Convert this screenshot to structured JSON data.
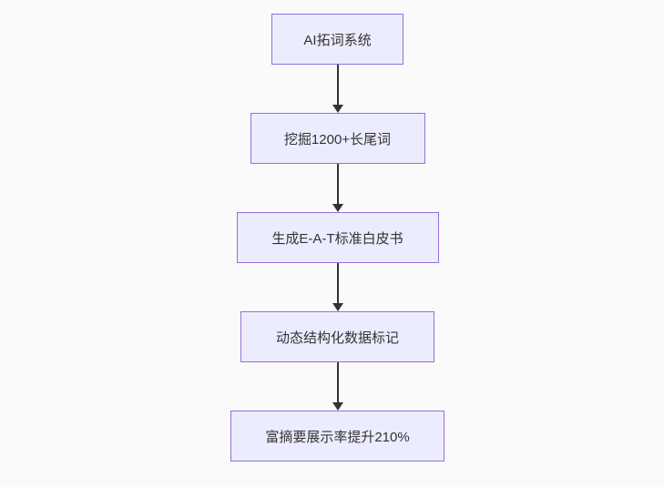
{
  "diagram": {
    "type": "flowchart",
    "direction": "top-down",
    "nodes": [
      {
        "id": "step1",
        "label": "AI拓词系统"
      },
      {
        "id": "step2",
        "label": "挖掘1200+长尾词"
      },
      {
        "id": "step3",
        "label": "生成E-A-T标准白皮书"
      },
      {
        "id": "step4",
        "label": "动态结构化数据标记"
      },
      {
        "id": "step5",
        "label": "富摘要展示率提升210%"
      }
    ],
    "edges": [
      {
        "from": "step1",
        "to": "step2"
      },
      {
        "from": "step2",
        "to": "step3"
      },
      {
        "from": "step3",
        "to": "step4"
      },
      {
        "from": "step4",
        "to": "step5"
      }
    ],
    "colors": {
      "node_fill": "#ececff",
      "node_border": "#9370db",
      "arrow": "#333333",
      "text": "#333333",
      "background": "#fafafa"
    }
  }
}
